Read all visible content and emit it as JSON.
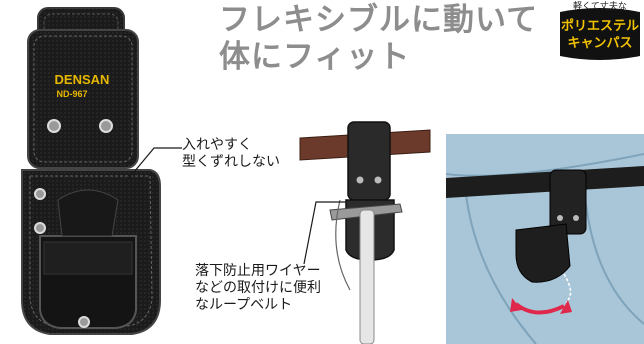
{
  "headline": {
    "line1": "フレキシブルに動いて",
    "line2": "体にフィット"
  },
  "badge": {
    "top": "軽くて丈夫な",
    "line1": "ポリエステル",
    "line2": "キャンパス",
    "fill": "#111111",
    "text_color": "#f2c200"
  },
  "product": {
    "brand": "DENSAN",
    "model": "ND-967",
    "brand_color": "#e8b800"
  },
  "callouts": {
    "shape": {
      "line1": "入れやすく",
      "line2": "型くずれしない"
    },
    "loop": {
      "line1": "落下防止用ワイヤー",
      "line2": "などの取付けに便利",
      "line3": "なループベルト"
    }
  },
  "colors": {
    "headline": "#8d8d8d",
    "jeans": "#a9c6d8",
    "arrow": "#e0284a",
    "belt": "#6b3a2a"
  }
}
